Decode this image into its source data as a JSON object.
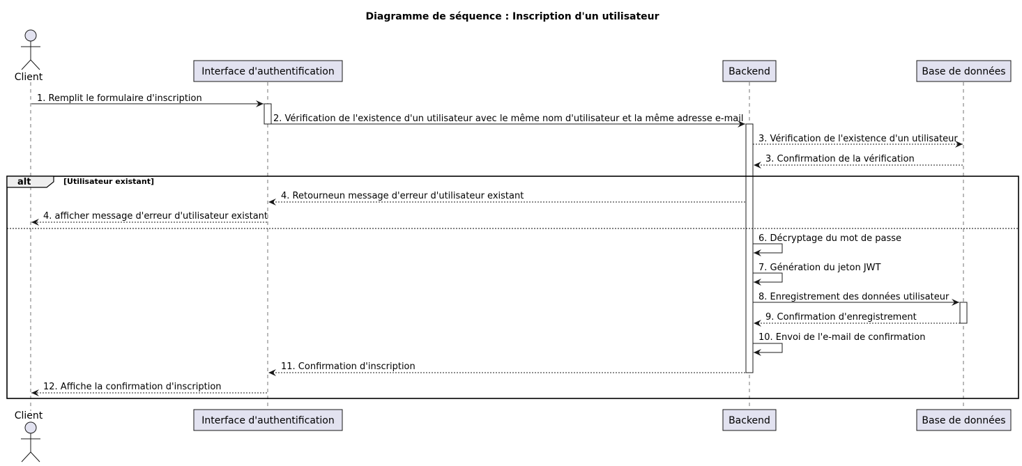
{
  "title": "Diagramme de séquence : Inscription d'un utilisateur",
  "participants": [
    {
      "id": "client",
      "label": "Client",
      "kind": "actor"
    },
    {
      "id": "auth",
      "label": "Interface d'authentification",
      "kind": "participant"
    },
    {
      "id": "backend",
      "label": "Backend",
      "kind": "participant"
    },
    {
      "id": "db",
      "label": "Base de données",
      "kind": "participant"
    }
  ],
  "messages": [
    {
      "from": "client",
      "to": "auth",
      "text": "1. Remplit le formulaire d'inscription",
      "style": "solid"
    },
    {
      "from": "auth",
      "to": "backend",
      "text": "2. Vérification de l'existence d'un utilisateur avec le même nom d'utilisateur et la même adresse e-mail",
      "style": "solid"
    },
    {
      "from": "backend",
      "to": "db",
      "text": "3. Vérification de l'existence d'un utilisateur",
      "style": "dashed"
    },
    {
      "from": "db",
      "to": "backend",
      "text": "3. Confirmation de la vérification",
      "style": "dashed"
    },
    {
      "from": "backend",
      "to": "auth",
      "text": "4. Retourneun message d'erreur d'utilisateur existant",
      "style": "dashed"
    },
    {
      "from": "auth",
      "to": "client",
      "text": "4. afficher message d'erreur d'utilisateur existant",
      "style": "dashed"
    },
    {
      "from": "backend",
      "to": "backend",
      "text": "6. Décryptage du mot de passe",
      "style": "solid"
    },
    {
      "from": "backend",
      "to": "backend",
      "text": "7. Génération du jeton JWT",
      "style": "solid"
    },
    {
      "from": "backend",
      "to": "db",
      "text": "8. Enregistrement des données utilisateur",
      "style": "solid"
    },
    {
      "from": "db",
      "to": "backend",
      "text": "9. Confirmation d'enregistrement",
      "style": "dashed"
    },
    {
      "from": "backend",
      "to": "backend",
      "text": "10. Envoi de l'e-mail de confirmation",
      "style": "solid"
    },
    {
      "from": "backend",
      "to": "auth",
      "text": "11. Confirmation d'inscription",
      "style": "dashed"
    },
    {
      "from": "auth",
      "to": "client",
      "text": "12. Affiche la confirmation d'inscription",
      "style": "dashed"
    }
  ],
  "alt_fragment": {
    "keyword": "alt",
    "guard": "[Utilisateur existant]"
  }
}
